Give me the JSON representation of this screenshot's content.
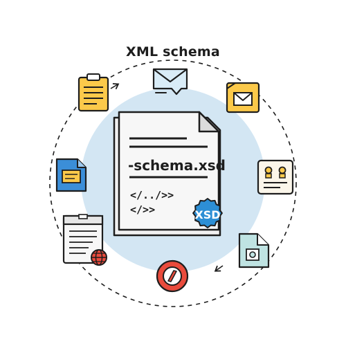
{
  "title": "XML schema",
  "document": {
    "filename": "-schema.xsd",
    "code_line_1": "</../>>",
    "code_line_2": "</>>",
    "badge": "XSD"
  },
  "icons": [
    "envelope-icon",
    "mail-folder-icon",
    "id-card-icon",
    "file-settings-icon",
    "compass-icon",
    "web-document-icon",
    "blue-file-icon",
    "clipboard-icon"
  ],
  "colors": {
    "circle_fill": "#d3e6f3",
    "envelope": "#d9ecf7",
    "mail_folder": "#fbc94a",
    "clipboard": "#fbc94a",
    "blue_file": "#3b8ed8",
    "file_settings": "#bfe3e2",
    "compass": "#e94b3c",
    "badge": "#2d8fd5"
  }
}
